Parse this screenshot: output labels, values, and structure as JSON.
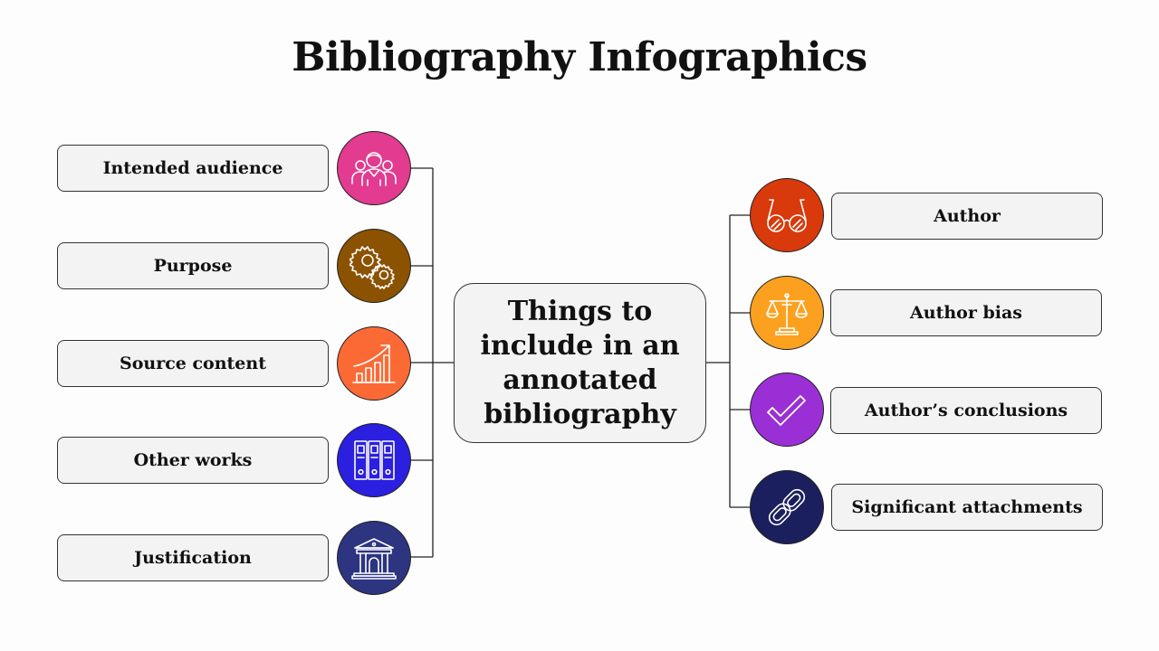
{
  "title": "Bibliography Infographics",
  "center": {
    "text": "Things to include in an annotated bibliography"
  },
  "left_items": [
    {
      "label": "Intended audience",
      "icon": "audience-icon",
      "color": "#e23b8f"
    },
    {
      "label": "Purpose",
      "icon": "gears-icon",
      "color": "#8b5200"
    },
    {
      "label": "Source content",
      "icon": "growth-chart-icon",
      "color": "#fb6a35"
    },
    {
      "label": "Other works",
      "icon": "binders-icon",
      "color": "#2b1fe0"
    },
    {
      "label": "Justification",
      "icon": "courthouse-icon",
      "color": "#2d3480"
    }
  ],
  "right_items": [
    {
      "label": "Author",
      "icon": "glasses-icon",
      "color": "#d83a0b"
    },
    {
      "label": "Author bias",
      "icon": "scales-icon",
      "color": "#fba11f"
    },
    {
      "label": "Author’s conclusions",
      "icon": "checkmark-icon",
      "color": "#9b2fd6"
    },
    {
      "label": "Significant attachments",
      "icon": "chain-link-icon",
      "color": "#1b1f5e"
    }
  ]
}
